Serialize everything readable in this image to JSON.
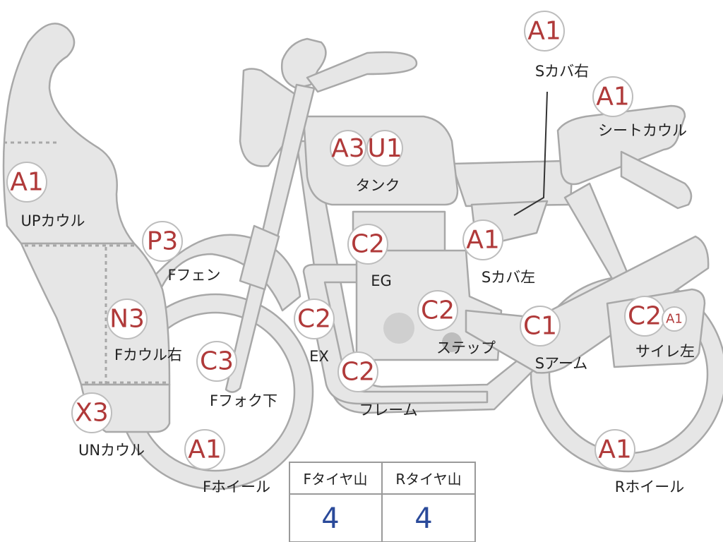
{
  "parts": [
    {
      "id": "up-cowl",
      "grade": "A1",
      "label": "UPカウル"
    },
    {
      "id": "f-fender",
      "grade": "P3",
      "label": "Fフェン"
    },
    {
      "id": "f-cowl-right",
      "grade": "N3",
      "label": "Fカウル右"
    },
    {
      "id": "f-fork-lower",
      "grade": "C3",
      "label": "Fフォク下"
    },
    {
      "id": "un-cowl",
      "grade": "X3",
      "label": "UNカウル"
    },
    {
      "id": "f-wheel",
      "grade": "A1",
      "label": "Fホイール"
    },
    {
      "id": "tank",
      "grade": "A3 U1",
      "label": "タンク"
    },
    {
      "id": "engine",
      "grade": "C2",
      "label": "EG"
    },
    {
      "id": "exhaust",
      "grade": "C2",
      "label": "EX"
    },
    {
      "id": "frame",
      "grade": "C2",
      "label": "フレーム"
    },
    {
      "id": "step",
      "grade": "C2",
      "label": "ステップ"
    },
    {
      "id": "s-cover-left",
      "grade": "A1",
      "label": "Sカバ左"
    },
    {
      "id": "s-cover-right",
      "grade": "A1",
      "label": "Sカバ右"
    },
    {
      "id": "seat-cowl",
      "grade": "A1",
      "label": "シートカウル"
    },
    {
      "id": "swingarm",
      "grade": "C1",
      "label": "Sアーム"
    },
    {
      "id": "silencer-left",
      "grade": "C2",
      "grade_extra": "A1",
      "label": "サイレ左"
    },
    {
      "id": "r-wheel",
      "grade": "A1",
      "label": "Rホイール"
    }
  ],
  "tire_table": {
    "front_header": "Fタイヤ山",
    "rear_header": "Rタイヤ山",
    "front_value": "4",
    "rear_value": "4"
  }
}
